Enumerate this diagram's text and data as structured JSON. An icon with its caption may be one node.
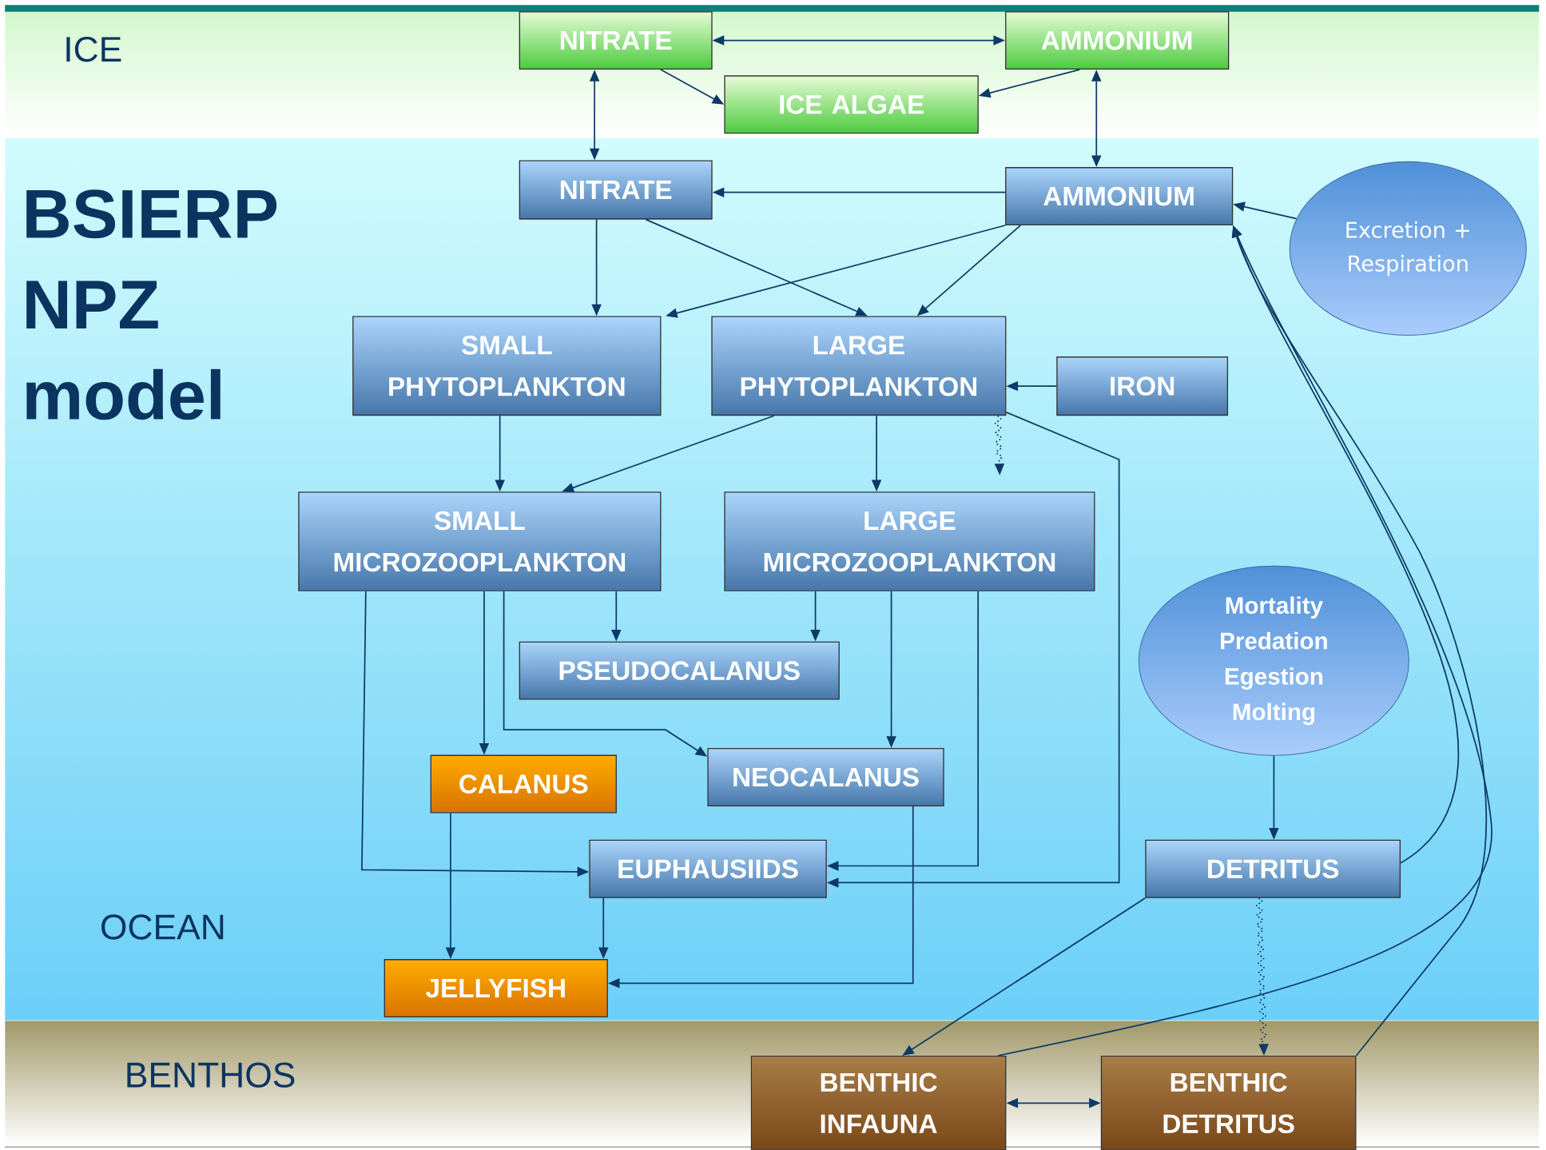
{
  "diagram": {
    "title": "BSIERP NPZ model",
    "nodes": [
      {
        "text": [
          "NITRATE"
        ]
      },
      {
        "text": [
          "AMMONIUM"
        ]
      },
      {
        "text": [
          "ICE ALGAE"
        ]
      },
      {
        "text": [
          "NITRATE"
        ]
      },
      {
        "text": [
          "AMMONIUM"
        ]
      },
      {
        "text": [
          "Excretion + Respiration"
        ]
      },
      {
        "text": [
          "SMALL PHYTOPLANKTON"
        ]
      },
      {
        "text": [
          "LARGE PHYTOPLANKTON"
        ]
      },
      {
        "text": [
          "IRON"
        ]
      },
      {
        "text": [
          "SMALL MICROZOOPLANKTON"
        ]
      },
      {
        "text": [
          "LARGE MICROZOOPLANKTON"
        ]
      },
      {
        "text": [
          "Mortality Predation Egestion Molting"
        ]
      },
      {
        "text": [
          "PSEUDOCALANUS"
        ]
      },
      {
        "text": [
          "CALANUS"
        ]
      },
      {
        "text": [
          "NEOCALANUS"
        ]
      },
      {
        "text": [
          "EUPHAUSIIDS"
        ]
      },
      {
        "text": [
          "DETRITUS"
        ]
      },
      {
        "text": [
          "JELLYFISH"
        ]
      },
      {
        "text": [
          "BENTHIC INFAUNA"
        ]
      },
      {
        "text": [
          "BENTHIC DETRITUS"
        ]
      }
    ],
    "edges": [
      {
        "from": 0,
        "to": 1,
        "arrow": "both"
      },
      {
        "from": 0,
        "to": 2,
        "arrow": "to"
      },
      {
        "from": 1,
        "to": 2,
        "arrow": "to"
      },
      {
        "from": 0,
        "to": 3,
        "arrow": "both"
      },
      {
        "from": 1,
        "to": 4,
        "arrow": "both"
      },
      {
        "from": 4,
        "to": 3,
        "arrow": "to"
      },
      {
        "from": 3,
        "to": 6,
        "arrow": "to"
      },
      {
        "from": 3,
        "to": 7,
        "arrow": "to"
      },
      {
        "from": 4,
        "to": 6,
        "arrow": "to"
      },
      {
        "from": 4,
        "to": 7,
        "arrow": "to"
      },
      {
        "from": 5,
        "to": 4,
        "arrow": "to"
      },
      {
        "from": 8,
        "to": 7,
        "arrow": "to"
      },
      {
        "from": 6,
        "to": 9,
        "arrow": "to"
      },
      {
        "from": 7,
        "to": 9,
        "arrow": "to"
      },
      {
        "from": 7,
        "to": 10,
        "arrow": "to"
      },
      {
        "from": 7,
        "to": null,
        "arrow": "to",
        "style": "dashed"
      },
      {
        "from": 7,
        "to": 15,
        "arrow": "to"
      },
      {
        "from": 9,
        "to": 12,
        "arrow": "to"
      },
      {
        "from": 10,
        "to": 12,
        "arrow": "to"
      },
      {
        "from": 9,
        "to": 13,
        "arrow": "to"
      },
      {
        "from": 9,
        "to": 14,
        "arrow": "to"
      },
      {
        "from": 9,
        "to": 15,
        "arrow": "to"
      },
      {
        "from": 10,
        "to": 14,
        "arrow": "to"
      },
      {
        "from": 10,
        "to": 15,
        "arrow": "to"
      },
      {
        "from": 13,
        "to": 17,
        "arrow": "to"
      },
      {
        "from": 15,
        "to": 17,
        "arrow": "to"
      },
      {
        "from": 14,
        "to": 17,
        "arrow": "to"
      },
      {
        "from": 11,
        "to": 16,
        "arrow": "to"
      },
      {
        "from": 16,
        "to": 18,
        "arrow": "to"
      },
      {
        "from": 16,
        "to": 19,
        "arrow": "to",
        "style": "dashed"
      },
      {
        "from": 18,
        "to": 19,
        "arrow": "both"
      },
      {
        "from": 16,
        "to": 4,
        "arrow": "to"
      },
      {
        "from": 18,
        "to": 4,
        "arrow": "to"
      },
      {
        "from": 19,
        "to": 4,
        "arrow": "to"
      }
    ],
    "labels": [
      "ICE",
      "OCEAN",
      "BENTHOS"
    ]
  }
}
